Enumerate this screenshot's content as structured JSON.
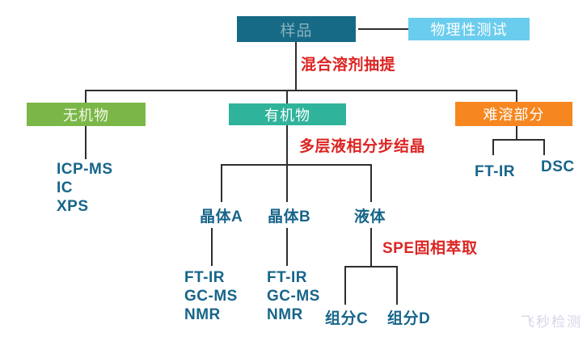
{
  "diagram": {
    "title_hint": "sample-analysis-flowchart",
    "colors": {
      "background": "#ffffff",
      "line": "#2e2e2e",
      "annotation_red": "#dc2522",
      "leaf_text": "#17658a",
      "watermark": "#d9d3ea"
    },
    "nodes": {
      "sample": {
        "label": "样品",
        "bg": "#176a85"
      },
      "physical_test": {
        "label": "物理性测试",
        "bg": "#6bcdee"
      },
      "inorganic": {
        "label": "无机物",
        "bg": "#7bb748"
      },
      "organic": {
        "label": "有机物",
        "bg": "#2fb39a"
      },
      "insoluble": {
        "label": "难溶部分",
        "bg": "#f6861f"
      }
    },
    "annotations": {
      "extraction": "混合溶剂抽提",
      "crystallization": "多层液相分步结晶",
      "spe": "SPE固相萃取"
    },
    "labels": {
      "crystal_a": "晶体A",
      "crystal_b": "晶体B",
      "liquid": "液体",
      "fraction_c": "组分C",
      "fraction_d": "组分D",
      "insoluble_ftir": "FT-IR",
      "insoluble_dsc": "DSC"
    },
    "methods": {
      "inorganic": [
        "ICP-MS",
        "IC",
        "XPS"
      ],
      "crystal_a": [
        "FT-IR",
        "GC-MS",
        "NMR"
      ],
      "crystal_b": [
        "FT-IR",
        "GC-MS",
        "NMR"
      ]
    },
    "watermark": "飞秒检测"
  }
}
